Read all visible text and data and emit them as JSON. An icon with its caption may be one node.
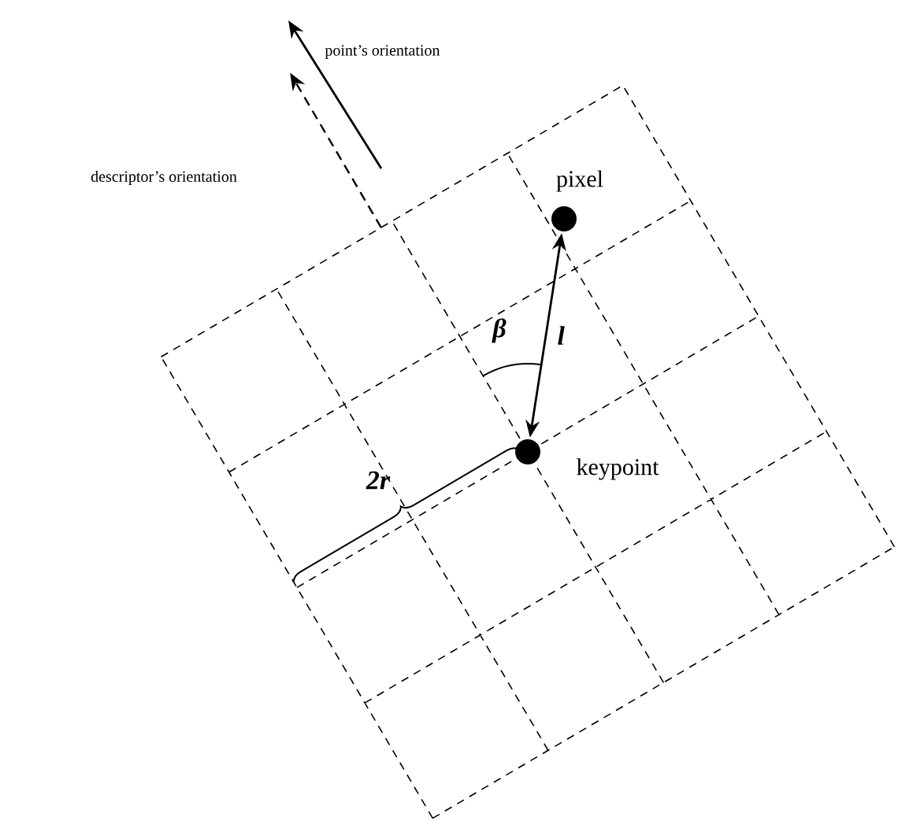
{
  "diagram": {
    "nodes": [
      {
        "text": [],
        "shape": "circle",
        "beside": [
          "pixel"
        ]
      },
      {
        "text": [],
        "shape": "circle",
        "beside": [
          "keypoint"
        ]
      }
    ],
    "edges": [
      {
        "from": 1,
        "to": 0,
        "arrow": "both",
        "label": "l"
      }
    ],
    "labels": [
      "point’s orientation",
      "descriptor’s orientation",
      "β",
      "2r"
    ]
  }
}
